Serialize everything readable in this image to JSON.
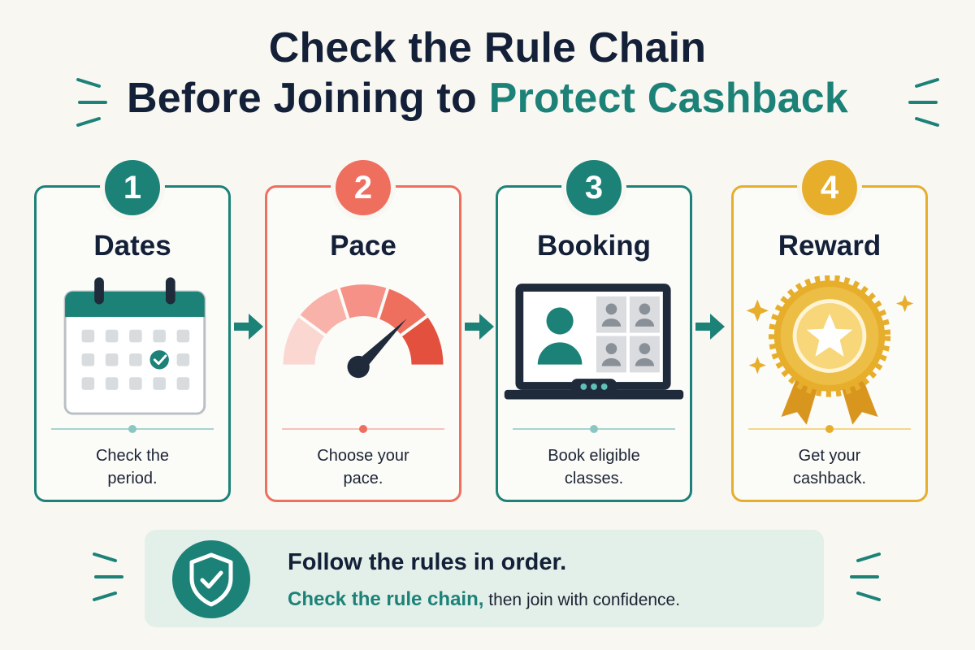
{
  "title": {
    "line1": "Check the Rule Chain",
    "line2_plain": "Before Joining to ",
    "line2_accent": "Protect Cashback"
  },
  "steps": [
    {
      "number": "1",
      "label": "Dates",
      "desc1": "Check the",
      "desc2": "period.",
      "color": "#1c8278",
      "icon": "calendar-icon"
    },
    {
      "number": "2",
      "label": "Pace",
      "desc1": "Choose your",
      "desc2": "pace.",
      "color": "#ef6f5f",
      "icon": "speedometer-icon"
    },
    {
      "number": "3",
      "label": "Booking",
      "desc1": "Book eligible",
      "desc2": "classes.",
      "color": "#1c8278",
      "icon": "laptop-icon"
    },
    {
      "number": "4",
      "label": "Reward",
      "desc1": "Get your",
      "desc2": "cashback.",
      "color": "#e7ae2c",
      "icon": "medal-icon"
    }
  ],
  "connector_icon": "arrow-right-icon",
  "banner": {
    "title": "Follow the rules in order.",
    "sub_highlight": "Check the rule chain,",
    "sub_rest": " then join with confidence.",
    "icon": "shield-check-icon"
  },
  "colors": {
    "teal": "#1c8278",
    "coral": "#ef6f5f",
    "gold": "#e7ae2c",
    "navy": "#132038",
    "background": "#f8f7f2"
  }
}
